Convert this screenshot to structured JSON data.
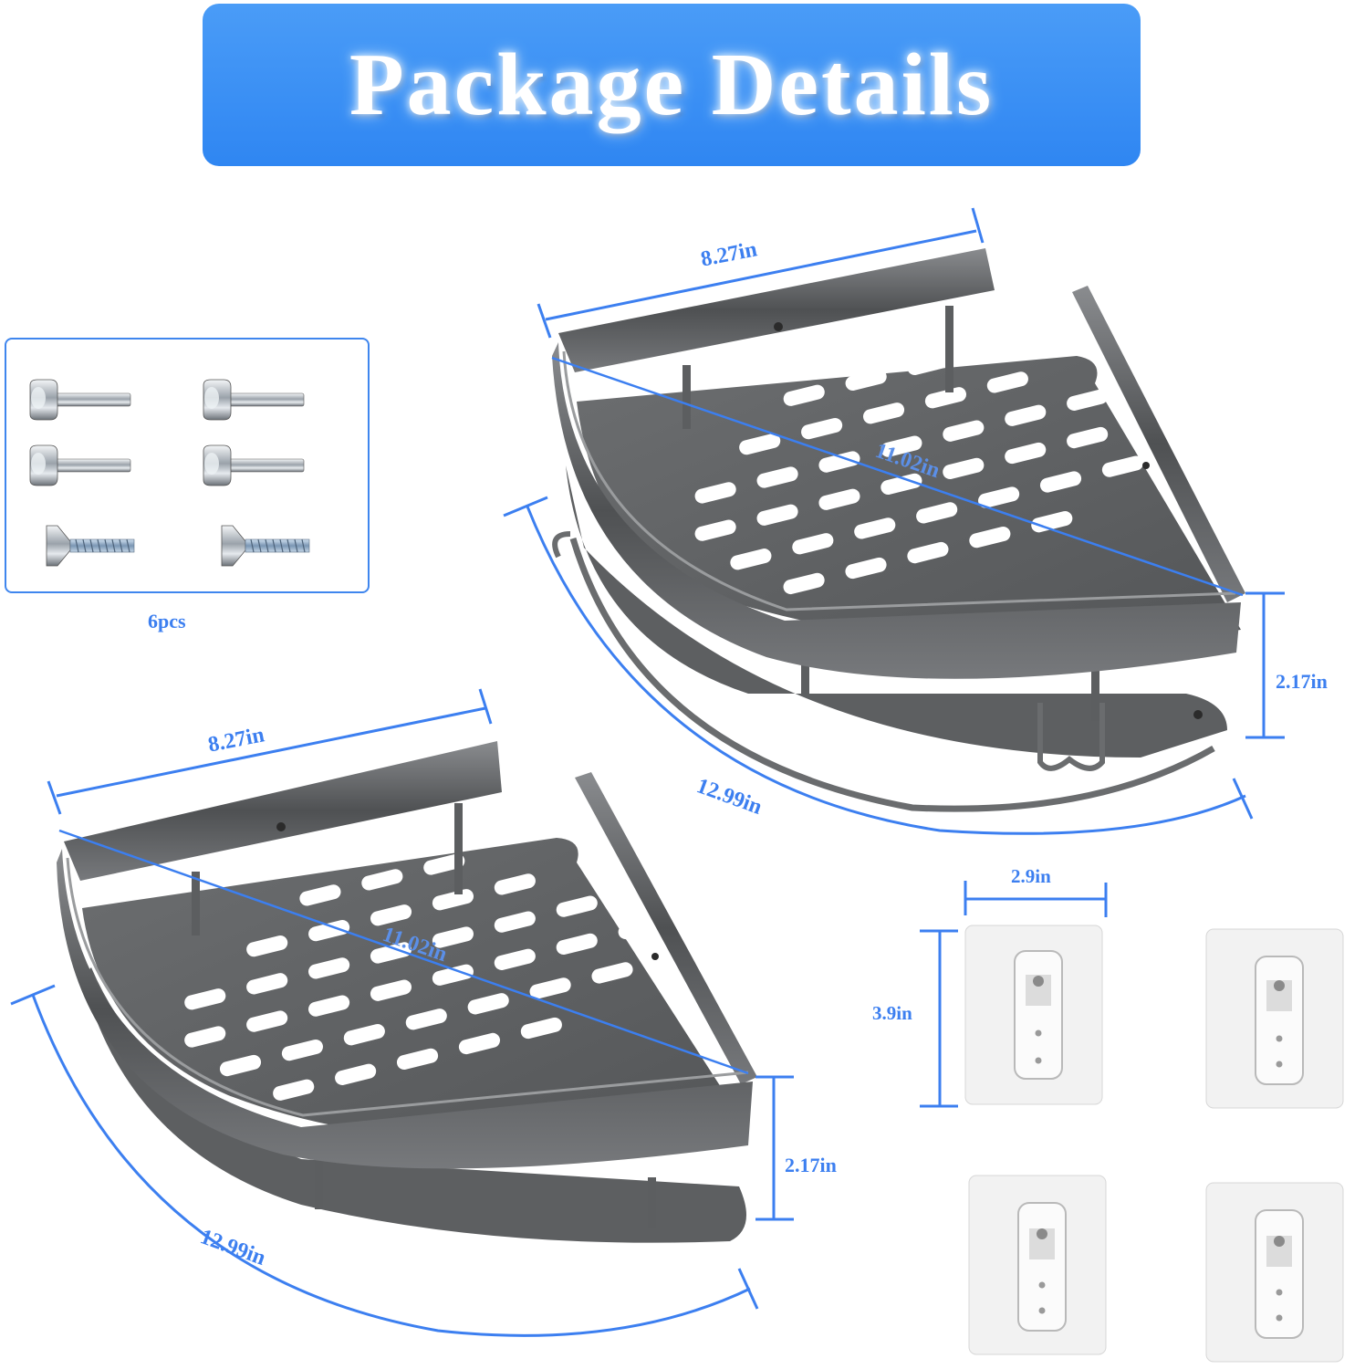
{
  "banner": {
    "title": "Package Details",
    "color": "#2f86f2"
  },
  "hardware": {
    "count_label": "6pcs",
    "items": [
      "expansion-bolt",
      "expansion-bolt",
      "expansion-bolt",
      "expansion-bolt",
      "countersunk-screw",
      "countersunk-screw"
    ]
  },
  "shelf_top": {
    "width": "8.27in",
    "diagonal": "11.02in",
    "arc": "12.99in",
    "height": "2.17in"
  },
  "shelf_bottom": {
    "width": "8.27in",
    "diagonal": "11.02in",
    "arc": "12.99in",
    "height": "2.17in"
  },
  "adhesive_hooks": {
    "width": "2.9in",
    "height": "3.9in",
    "count": 4
  },
  "colors": {
    "dimension_line": "#3c7ff0",
    "metal": "#606264"
  }
}
